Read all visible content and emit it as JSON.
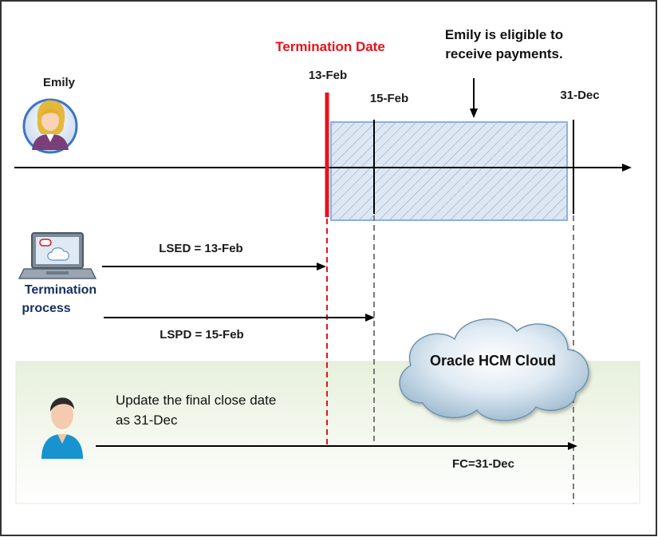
{
  "person_name": "Emily",
  "termination_date_label": "Termination Date",
  "eligibility_note": [
    "Emily is eligible to",
    "receive payments."
  ],
  "dates": {
    "termination": "13-Feb",
    "last_process": "15-Feb",
    "final_close": "31-Dec"
  },
  "process_label": [
    "Termination",
    "process"
  ],
  "lsed_label": "LSED = 13-Feb",
  "lspd_label": "LSPD = 15-Feb",
  "cloud_label": "Oracle HCM Cloud",
  "update_note": [
    "Update the final close date",
    "as 31-Dec"
  ],
  "fc_label": "FC=31-Dec",
  "icons": {
    "person": "woman-avatar-icon",
    "process": "laptop-cloud-icon",
    "admin": "man-avatar-icon"
  },
  "colors": {
    "termination": "#e8111b",
    "eligible_fill": "#dbe6f3",
    "eligible_border": "#8cb1de",
    "bottom_band": "#eef5e4"
  }
}
